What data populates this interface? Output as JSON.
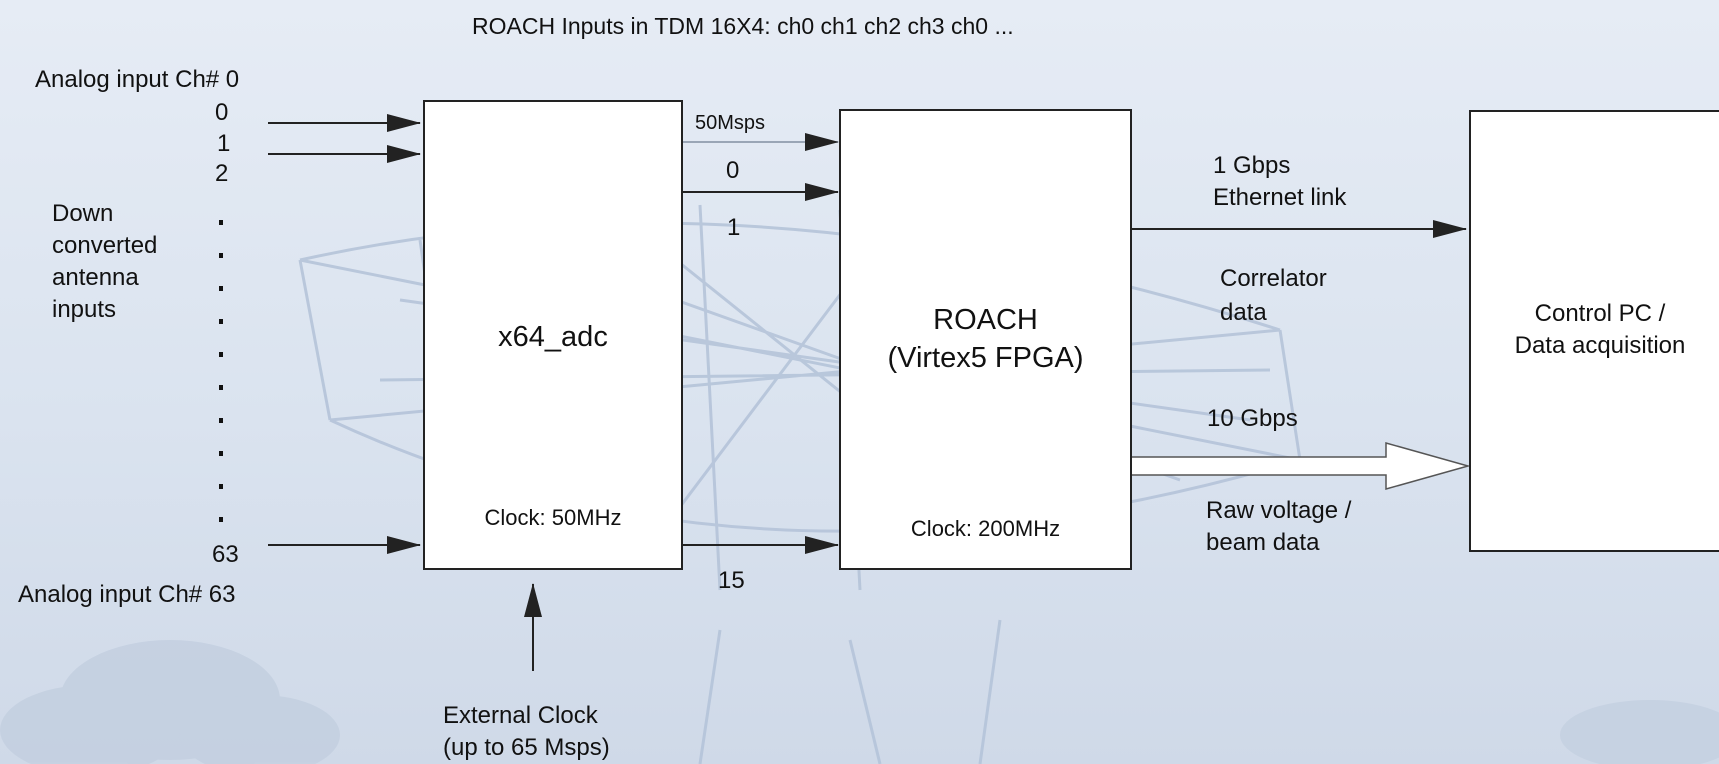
{
  "title": "ROACH Inputs in TDM 16X4: ch0 ch1 ch2 ch3 ch0 ...",
  "inputs": {
    "top_label": "Analog input Ch# 0",
    "bottom_label": "Analog input Ch# 63",
    "channel_numbers": [
      "0",
      "1",
      "2",
      "63"
    ],
    "description_lines": [
      "Down",
      "converted",
      "antenna",
      "inputs"
    ]
  },
  "adc": {
    "name": "x64_adc",
    "clock": "Clock: 50MHz",
    "output_rate": "50Msps",
    "output_labels": [
      "0",
      "1",
      "15"
    ],
    "external_clock_lines": [
      "External Clock",
      "(up to 65 Msps)"
    ]
  },
  "roach": {
    "name_lines": [
      "ROACH",
      "(Virtex5 FPGA)"
    ],
    "clock": "Clock: 200MHz"
  },
  "links": {
    "ethernet_lines": [
      "1 Gbps",
      "Ethernet link"
    ],
    "correlator_lines": [
      "Correlator",
      "data"
    ],
    "ten_g": "10 Gbps",
    "raw_lines": [
      "Raw voltage /",
      "beam data"
    ]
  },
  "pc": {
    "name_lines": [
      "Control PC /",
      "Data acquisition"
    ]
  },
  "colors": {
    "background": "#dde5f0",
    "box": "#ffffff",
    "line": "#222222",
    "watermark": "#b9c7db"
  }
}
